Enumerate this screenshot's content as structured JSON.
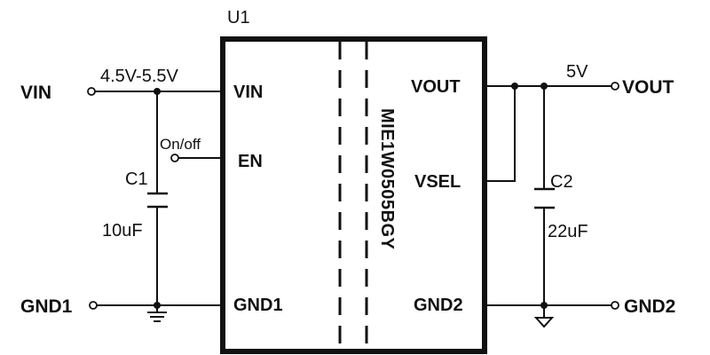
{
  "component": {
    "designator": "U1",
    "part_number": "MIE1W0505BGY",
    "pins_left": [
      "VIN",
      "EN",
      "GND1"
    ],
    "pins_right": [
      "VOUT",
      "VSEL",
      "GND2"
    ]
  },
  "nets": {
    "vin": "VIN",
    "gnd1": "GND1",
    "vout": "VOUT",
    "gnd2": "GND2"
  },
  "annotations": {
    "input_range": "4.5V-5.5V",
    "enable": "On/off",
    "output_voltage": "5V"
  },
  "capacitors": [
    {
      "ref": "C1",
      "value": "10uF"
    },
    {
      "ref": "C2",
      "value": "22uF"
    }
  ],
  "colors": {
    "line": "#111111",
    "background": "#ffffff"
  }
}
